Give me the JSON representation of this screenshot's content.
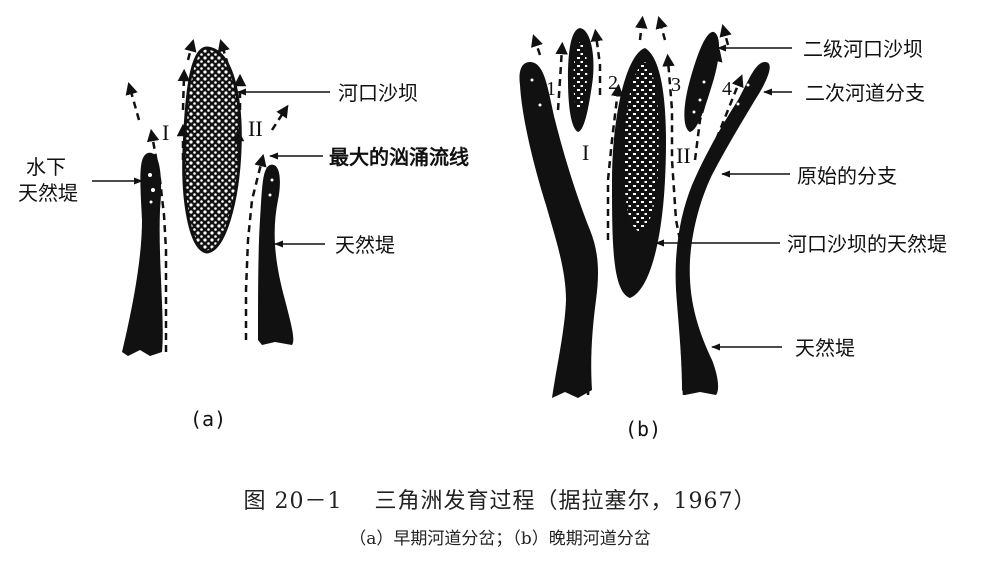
{
  "figure": {
    "number": "图 20－1",
    "title": "三角洲发育过程（据拉塞尔，1967）",
    "subtitle": "（a）早期河道分岔；（b）晚期河道分岔"
  },
  "panel_a": {
    "sublabel": "(a)",
    "channels": [
      "I",
      "II"
    ],
    "labels": {
      "mouth_bar": "河口沙坝",
      "max_surge_line": "最大的汹涌流线",
      "subaqueous_levee_line1": "水下",
      "subaqueous_levee_line2": "天然堤",
      "natural_levee": "天然堤"
    }
  },
  "panel_b": {
    "sublabel": "(b)",
    "channels": [
      "I",
      "II"
    ],
    "secondary_channels": [
      "1",
      "2",
      "3",
      "4"
    ],
    "labels": {
      "secondary_mouth_bar": "二级河口沙坝",
      "secondary_branch": "二次河道分支",
      "original_branch": "原始的分支",
      "mouth_bar_levee": "河口沙坝的天然堤",
      "natural_levee": "天然堤"
    }
  },
  "colors": {
    "ink": "#111111",
    "background": "#ffffff"
  }
}
